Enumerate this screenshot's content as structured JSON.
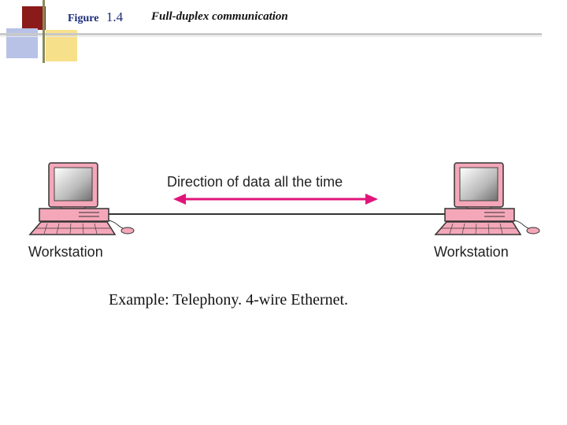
{
  "figure": {
    "label": "Figure",
    "number": "1.4",
    "title": "Full-duplex communication"
  },
  "diagram": {
    "direction_label": "Direction of data all the time",
    "left_station_label": "Workstation",
    "right_station_label": "Workstation",
    "arrow_color": "#e0157a",
    "computer_color": "#f4a7b9"
  },
  "caption": "Example: Telephony. 4-wire Ethernet."
}
